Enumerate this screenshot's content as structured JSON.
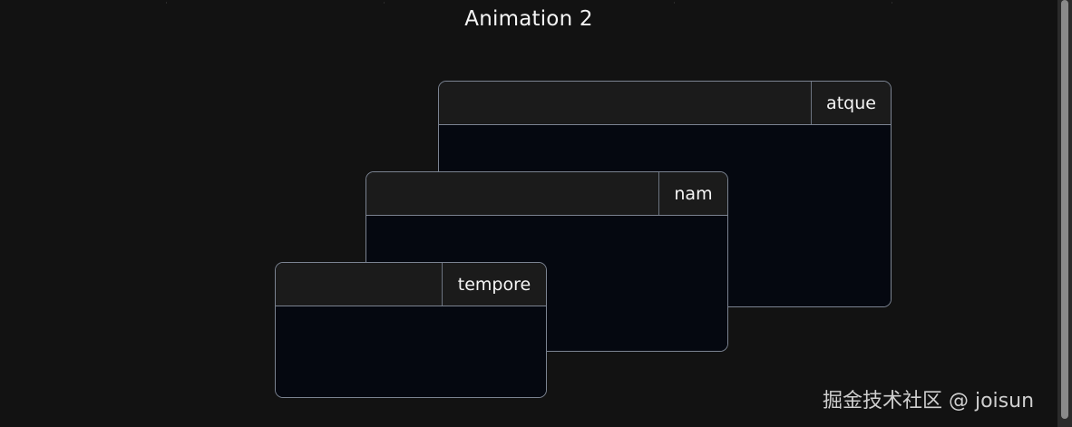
{
  "page": {
    "title": "Animation 2",
    "background": "#121212"
  },
  "windows": [
    {
      "id": "atque",
      "tab_label": "atque"
    },
    {
      "id": "nam",
      "tab_label": "nam"
    },
    {
      "id": "tempore",
      "tab_label": "tempore"
    }
  ],
  "colors": {
    "header": "#1b1b1b",
    "body": "#050810",
    "border": "#7b8391",
    "text": "#f5f5f5"
  },
  "watermark": "掘金技术社区 @ joisun"
}
